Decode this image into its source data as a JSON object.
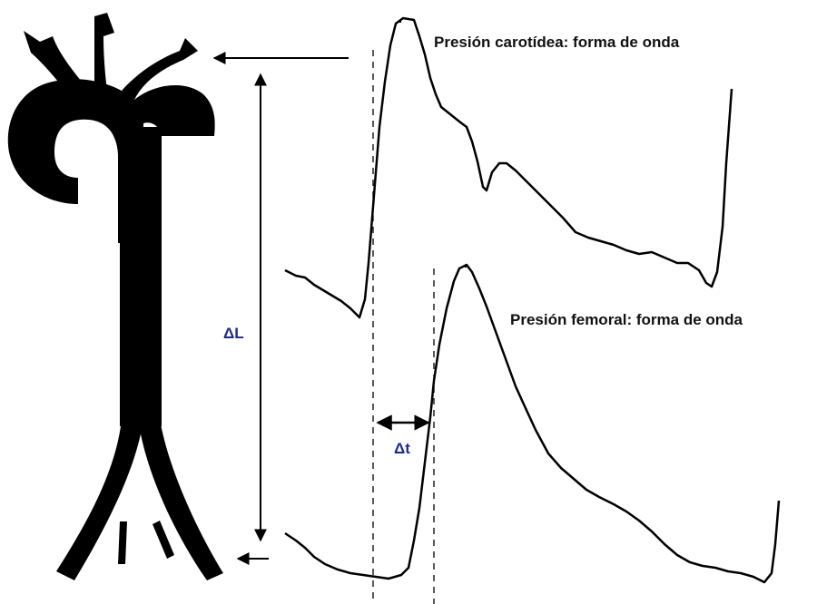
{
  "labels": {
    "carotid": "Presión carotídea: forma de onda",
    "femoral": "Presión femoral: forma de onda",
    "delta_l": "ΔL",
    "delta_t": "Δt"
  },
  "colors": {
    "ink": "#000000",
    "delta_label": "#1f2a8a",
    "background": "#ffffff"
  }
}
